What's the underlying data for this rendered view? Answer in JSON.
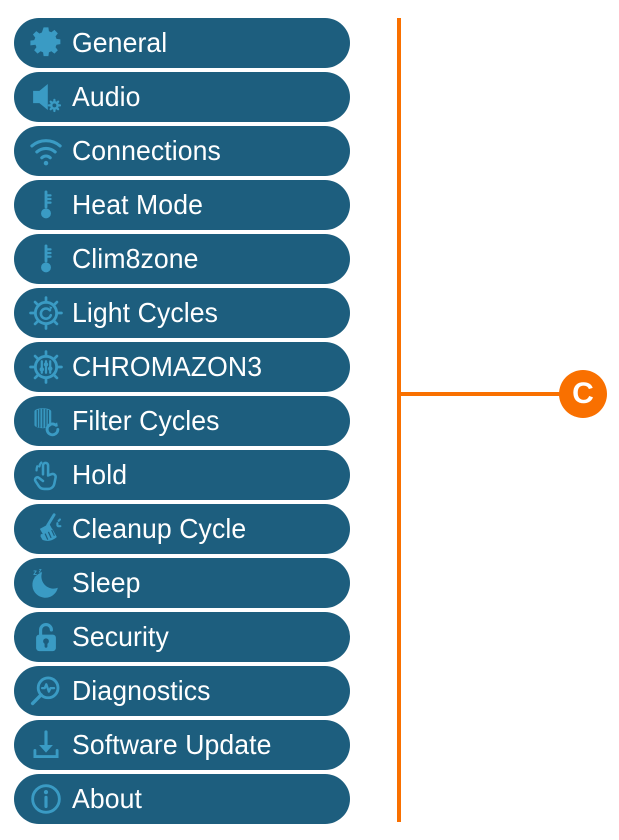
{
  "theme": {
    "page_background": "#ffffff",
    "pill_background": "#1d5e7e",
    "pill_text_color": "#ffffff",
    "icon_color": "#3a9bc4",
    "callout_color": "#f97000"
  },
  "menu": {
    "items": [
      {
        "label": "General",
        "icon": "gear-icon"
      },
      {
        "label": "Audio",
        "icon": "speaker-gear-icon"
      },
      {
        "label": "Connections",
        "icon": "wifi-icon"
      },
      {
        "label": "Heat Mode",
        "icon": "thermometer-icon"
      },
      {
        "label": "Clim8zone",
        "icon": "thermometer-icon"
      },
      {
        "label": "Light Cycles",
        "icon": "light-cycle-icon"
      },
      {
        "label": "CHROMAZON3",
        "icon": "chromazone-dial-icon"
      },
      {
        "label": "Filter Cycles",
        "icon": "filter-refresh-icon"
      },
      {
        "label": "Hold",
        "icon": "hand-press-icon"
      },
      {
        "label": "Cleanup Cycle",
        "icon": "broom-icon"
      },
      {
        "label": "Sleep",
        "icon": "moon-zzz-icon"
      },
      {
        "label": "Security",
        "icon": "padlock-icon"
      },
      {
        "label": "Diagnostics",
        "icon": "magnifier-pulse-icon"
      },
      {
        "label": "Software Update",
        "icon": "download-tray-icon"
      },
      {
        "label": "About",
        "icon": "info-circle-icon"
      }
    ]
  },
  "callout": {
    "label": "C"
  }
}
